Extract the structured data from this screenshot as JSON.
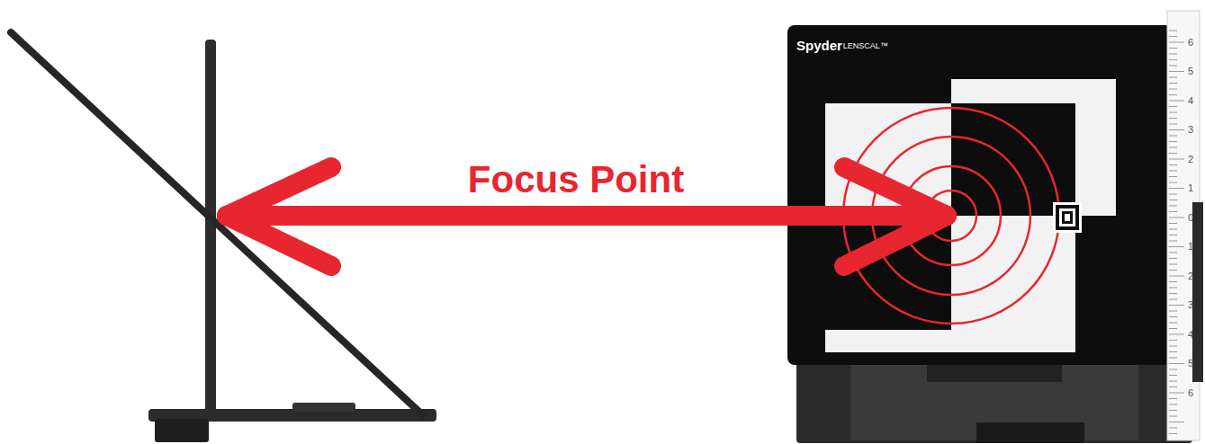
{
  "diagram": {
    "labels": [
      "Spyder",
      "LENSCAL™",
      "Focus Point",
      "6",
      "5",
      "4",
      "3",
      "2",
      "1",
      "0",
      "1",
      "2",
      "3",
      "4",
      "5",
      "6"
    ]
  }
}
